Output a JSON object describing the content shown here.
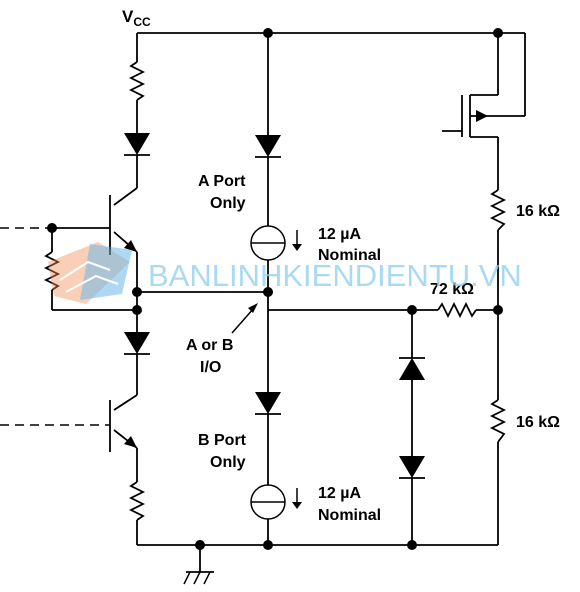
{
  "labels": {
    "vcc": "V",
    "vcc_sub": "CC",
    "a_port": [
      "A Port",
      "Only"
    ],
    "b_port": [
      "B Port",
      "Only"
    ],
    "current_a": [
      "12 µA",
      "Nominal"
    ],
    "current_b": [
      "12 µA",
      "Nominal"
    ],
    "io_pin": [
      "A or B",
      "I/O"
    ],
    "r_top": "16 kΩ",
    "r_mid": "72 kΩ",
    "r_bottom": "16 kΩ"
  },
  "watermark": {
    "text": "BANLINHKIENDIENTU.VN",
    "logo_icon": "banlinhkiendientu-logo-icon"
  },
  "colors": {
    "line": "#000000",
    "watermark_text": "#8ccdf0",
    "logo_orange": "#f08a50",
    "logo_blue": "#3aa0e0"
  }
}
